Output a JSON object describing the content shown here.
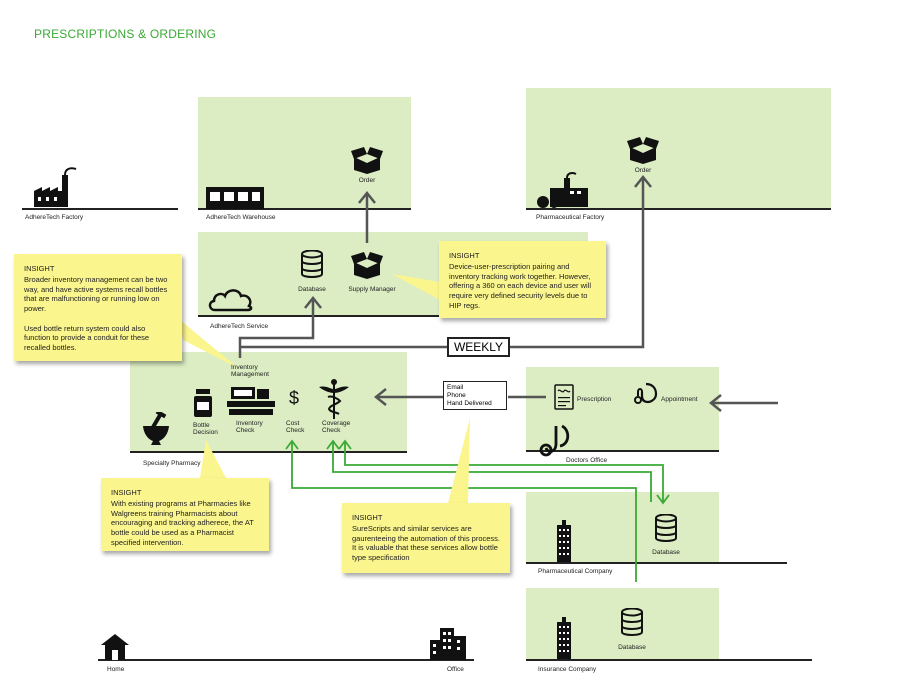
{
  "title": "PRESCRIPTIONS & ORDERING",
  "locations": {
    "adheretech_factory": "AdhereTech Factory",
    "adheretech_warehouse": "AdhereTech Warehouse",
    "pharmaceutical_factory": "Pharmaceutical Factory",
    "adheretech_service": "AdhereTech Service",
    "specialty_pharmacy": "Specialty Pharmacy",
    "doctors_office": "Doctors Office",
    "pharmaceutical_company": "Pharmaceutical Company",
    "insurance_company": "Insurance Company",
    "home": "Home",
    "office": "Office"
  },
  "nodes": {
    "warehouse_order": "Order",
    "factory_order": "Order",
    "service_database": "Database",
    "supply_manager": "Supply Manager",
    "inventory_management": "Inventory\nManagement",
    "bottle_decision": "Bottle\nDecision",
    "inventory_check": "Inventory\nCheck",
    "cost_check": "Cost\nCheck",
    "coverage_check": "Coverage\nCheck",
    "prescription": "Prescription",
    "appointment": "Appointment",
    "pharma_database": "Database",
    "insurance_database": "Database"
  },
  "weekly_label": "WEEKLY",
  "channels": [
    "Email",
    "Phone",
    "Hand Delivered"
  ],
  "insights": [
    {
      "heading": "INSIGHT",
      "text": "Broader inventory management can be two way, and have active systems recall bottles that are malfunctioning or running low on power.\n\nUsed bottle return system could also function to provide a conduit for these recalled bottles."
    },
    {
      "heading": "INSIGHT",
      "text": "Device-user-prescription pairing and inventory tracking work together. However, offering a 360 on each device and user will require very defined security levels due to HIP regs."
    },
    {
      "heading": "INSIGHT",
      "text": "With existing programs at Pharmacies like Walgreens training Pharmacists about encouraging and tracking adherece, the AT bottle could be used as a Pharmacist specified intervention."
    },
    {
      "heading": "INSIGHT",
      "text": "SureScripts and similar services are gaurenteeing the automation of this process. It is valuable that these services allow bottle type specification"
    }
  ],
  "colors": {
    "title": "#3aa935",
    "zone": "#dcedc4",
    "note": "#fbf58e",
    "flow_gray": "#555555",
    "flow_green": "#3aa935"
  }
}
